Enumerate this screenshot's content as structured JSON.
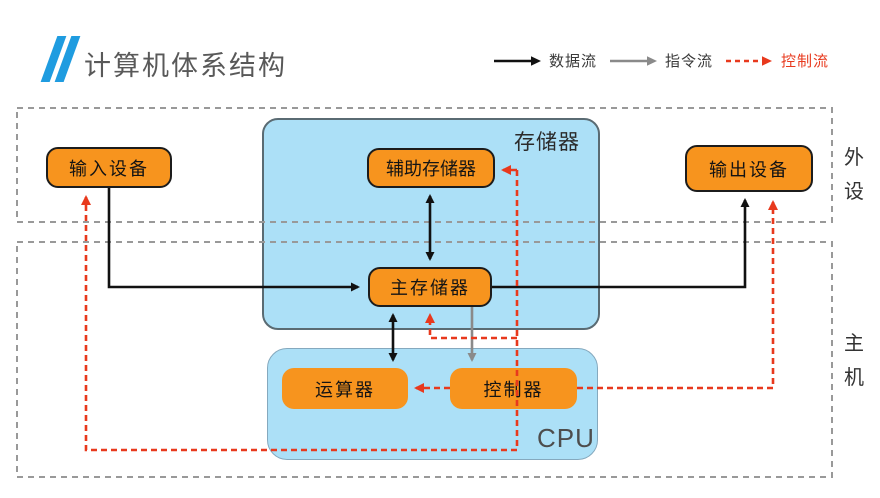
{
  "title": {
    "text": "计算机体系结构"
  },
  "legend": [
    {
      "label": "数据流",
      "style": "solid",
      "color": "#111111"
    },
    {
      "label": "指令流",
      "style": "solid",
      "color": "#8a8a8a"
    },
    {
      "label": "控制流",
      "style": "dashed",
      "color": "#e8391d"
    }
  ],
  "regions": [
    {
      "label": "外设"
    },
    {
      "label": "主机"
    }
  ],
  "groups": [
    {
      "label": "存储器"
    },
    {
      "label": "CPU"
    }
  ],
  "nodes": [
    {
      "label": "输入设备"
    },
    {
      "label": "输出设备"
    },
    {
      "label": "辅助存储器"
    },
    {
      "label": "主存储器"
    },
    {
      "label": "运算器"
    },
    {
      "label": "控制器"
    }
  ],
  "flows": [
    {
      "name": "data-flow-input-to-main-memory",
      "type": "数据流"
    },
    {
      "name": "data-flow-main-memory-to-output",
      "type": "数据流"
    },
    {
      "name": "data-flow-aux-main-bidirectional",
      "type": "数据流"
    },
    {
      "name": "data-flow-main-alu-bidirectional",
      "type": "数据流"
    },
    {
      "name": "instruction-flow-main-to-controller",
      "type": "指令流"
    },
    {
      "name": "control-flow-controller-to-all",
      "type": "控制流"
    }
  ],
  "colors": {
    "accent_orange": "#f7941e",
    "group_blue": "#ace0f7",
    "title_blue": "#1f9ce0",
    "control_red": "#e8391d",
    "instruction_gray": "#8a8a8a",
    "data_black": "#111111",
    "region_dash_gray": "#999999"
  }
}
